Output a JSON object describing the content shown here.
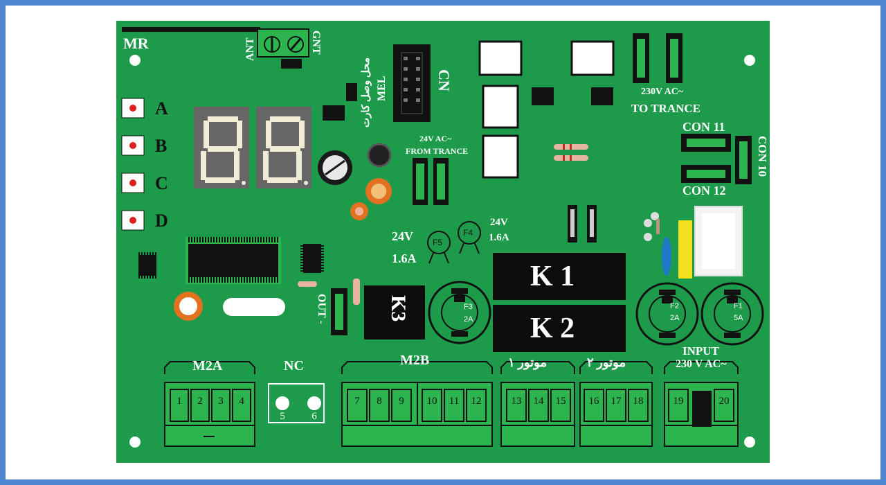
{
  "labels": {
    "mr": "MR",
    "ant": "ANT",
    "gnt": "GNT",
    "mel": "MEL",
    "mel_fa": "محل وصل کارت",
    "cn": "CN",
    "ac24": "24V AC~",
    "from_trance": "FROM TRANCE",
    "ac230": "230V AC~",
    "to_trance": "TO TRANCE",
    "con11": "CON 11",
    "con12": "CON 12",
    "con10": "CON 10",
    "out": "OUT -",
    "k1": "K 1",
    "k2": "K 2",
    "k3": "K3",
    "f5_rating_v": "24V",
    "f5_rating_a": "1.6A",
    "f4_rating_v": "24V",
    "f4_rating_a": "1.6A",
    "f5": "F5",
    "f4": "F4",
    "f3": "F3",
    "f3_a": "2A",
    "f2": "F2",
    "f2_a": "2A",
    "f1": "F1",
    "f1_a": "5A",
    "display_digits": "88"
  },
  "buttons": [
    "A",
    "B",
    "C",
    "D"
  ],
  "terminals": {
    "m2a": {
      "label": "M2A",
      "pins": [
        "1",
        "2",
        "3",
        "4"
      ]
    },
    "nc": {
      "label": "NC",
      "pins": [
        "5",
        "6"
      ]
    },
    "m2b": {
      "label": "M2B",
      "pins": [
        "7",
        "8",
        "9",
        "10",
        "11",
        "12"
      ]
    },
    "motor1": {
      "label": "موتور ۱",
      "pins": [
        "13",
        "14",
        "15"
      ]
    },
    "motor2": {
      "label": "موتور ۲",
      "pins": [
        "16",
        "17",
        "18"
      ]
    },
    "input": {
      "label": "INPUT",
      "label2": "230 V AC~",
      "pins": [
        "19",
        "20"
      ]
    }
  },
  "colors": {
    "board": "#1e9a4b",
    "frame": "#4f86cf",
    "terminal": "#2cb54f",
    "led_red": "#e02020",
    "relay": "#0c0c0c",
    "cap_orange": "#e2721f"
  }
}
